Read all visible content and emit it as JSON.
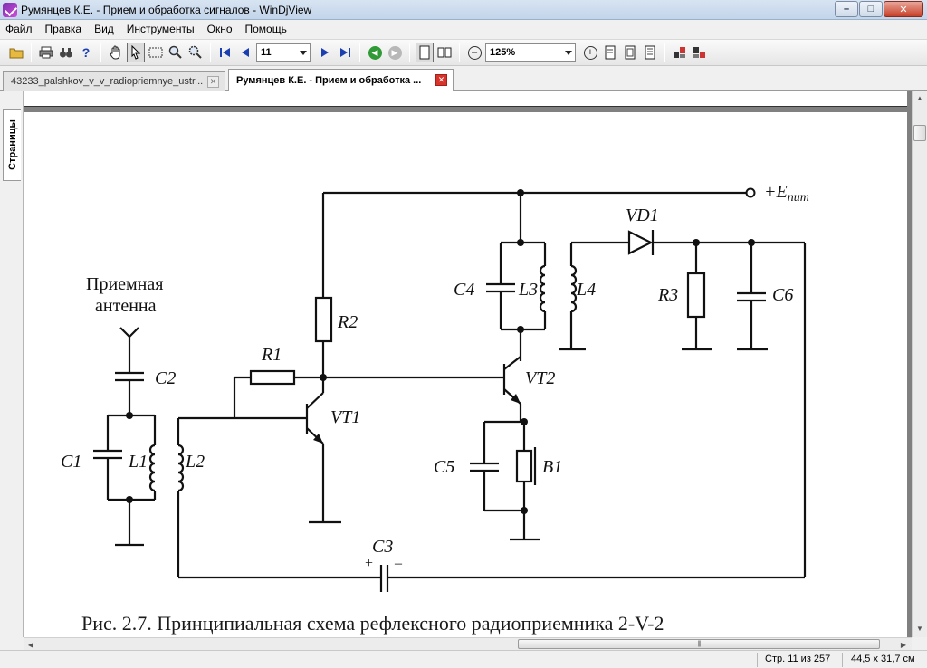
{
  "window": {
    "title": "Румянцев К.Е. - Прием и обработка сигналов - WinDjView",
    "minimize": "–",
    "maximize": "□",
    "close": "✕"
  },
  "menu": [
    "Файл",
    "Правка",
    "Вид",
    "Инструменты",
    "Окно",
    "Помощь"
  ],
  "toolbar": {
    "page_number": "11",
    "zoom": "125%"
  },
  "tabs": [
    {
      "label": "43233_palshkov_v_v_radiopriemnye_ustr...",
      "active": false
    },
    {
      "label": "Румянцев К.Е. - Прием и обработка ...",
      "active": true
    }
  ],
  "sidebar": {
    "tab_label": "Страницы"
  },
  "schematic": {
    "antenna_line1": "Приемная",
    "antenna_line2": "антенна",
    "supply": "+E",
    "supply_sub": "пит",
    "labels": {
      "C1": "C1",
      "C2": "C2",
      "C3": "C3",
      "C4": "C4",
      "C5": "C5",
      "C6": "C6",
      "L1": "L1",
      "L2": "L2",
      "L3": "L3",
      "L4": "L4",
      "R1": "R1",
      "R2": "R2",
      "R3": "R3",
      "VT1": "VT1",
      "VT2": "VT2",
      "VD1": "VD1",
      "B1": "B1"
    },
    "c3_plus": "+",
    "c3_minus": "–",
    "caption": "Рис. 2.7. Принципиальная схема рефлексного радиоприемника 2-V-2"
  },
  "status": {
    "page": "Стр. 11 из 257",
    "size": "44,5 x 31,7 см"
  },
  "colors": {
    "accent": "#2f9a36",
    "close_tab": "#d9342b"
  }
}
